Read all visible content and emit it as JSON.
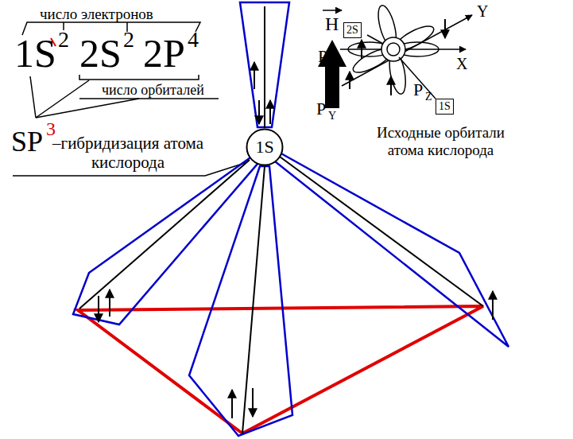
{
  "diagram": {
    "nodes": [
      {
        "text": [
          "2S"
        ]
      },
      {
        "text": [
          "1S"
        ]
      },
      {
        "text": [
          "1S"
        ]
      }
    ],
    "labels": [
      "число электронов",
      "1S",
      "2",
      "2S",
      "2",
      "2P",
      "4",
      "число орбиталей",
      "SP",
      "3",
      "–гибридизация атома кислорода",
      "H",
      "P",
      "X",
      "Y",
      "X",
      "P",
      "Y",
      "P",
      "Z",
      "Исходные орбитали атома кислорода"
    ]
  }
}
